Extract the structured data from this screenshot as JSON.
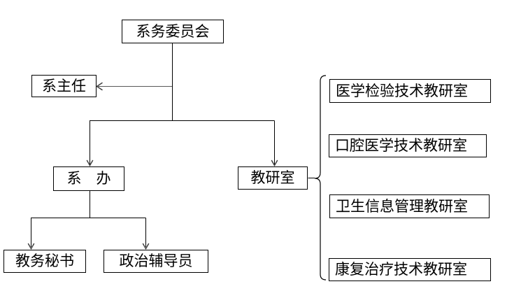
{
  "diagram": {
    "type": "org-chart",
    "background_color": "#ffffff",
    "box_border_color": "#000000",
    "line_color": "#000000",
    "arrow_color": "#404040",
    "nodes": {
      "committee": {
        "label": "系务委员会"
      },
      "director": {
        "label": "系主任"
      },
      "office": {
        "label": "系　办"
      },
      "teaching_office": {
        "label": "教研室"
      },
      "secretary": {
        "label": "教务秘书"
      },
      "counselor": {
        "label": "政治辅导员"
      }
    },
    "teaching_units": [
      {
        "label": "医学检验技术教研室"
      },
      {
        "label": "口腔医学技术教研室"
      },
      {
        "label": "卫生信息管理教研室"
      },
      {
        "label": "康复治疗技术教研室"
      }
    ],
    "edges": [
      {
        "from": "committee",
        "to": "director",
        "style": "arrow"
      },
      {
        "from": "committee",
        "to": "office",
        "style": "arrow"
      },
      {
        "from": "committee",
        "to": "teaching_office",
        "style": "arrow"
      },
      {
        "from": "office",
        "to": "secretary",
        "style": "arrow"
      },
      {
        "from": "office",
        "to": "counselor",
        "style": "arrow"
      },
      {
        "from": "teaching_office",
        "to": "teaching_units",
        "style": "brace"
      }
    ]
  }
}
